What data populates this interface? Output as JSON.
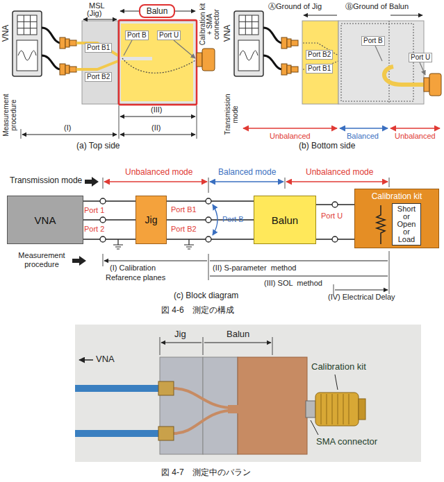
{
  "diagram": {
    "nodes": [
      {
        "text": [
          "Balun"
        ]
      },
      {
        "text": [
          "VNA"
        ]
      },
      {
        "text": [
          "Jig"
        ]
      },
      {
        "text": [
          "Balun"
        ]
      },
      {
        "text": [
          "Calibration kit",
          "Short or Open or Load"
        ]
      }
    ],
    "edges": [
      {
        "from": 1,
        "to": 2,
        "arrow": "none"
      },
      {
        "from": 2,
        "to": 3,
        "arrow": "none"
      },
      {
        "from": 3,
        "to": 4,
        "arrow": "none"
      }
    ],
    "labels": [
      "MSL",
      "(Jig)",
      "Calibration kit + SMA connector",
      "VNA",
      "Port B",
      "Port U",
      "Port B1",
      "Port B2",
      "Measurement procedure",
      "(III)",
      "(I)",
      "(II)",
      "(a) Top side",
      "ⒶGround of Jig",
      "ⒷGround of Balun",
      "VNA",
      "Port B",
      "Port U",
      "Port B2",
      "Port B1",
      "Transmission mode",
      "Unbalanced",
      "Balanced",
      "Unbalanced",
      "(b) Bottom side",
      "Transmission mode",
      "Unbalanced mode",
      "Balanced mode",
      "Unbalanced mode",
      "Port 1",
      "Port 2",
      "Port B1",
      "Port B2",
      "Port B",
      "Port U",
      "Measurement procedure",
      "(I) Calibration",
      "Refarence planes",
      "(II) S-parameter  method",
      "(III) SOL  method",
      "(IV) Electrical Delay",
      "(c) Block diagram",
      "図 4-6　測定の構成",
      "Jig",
      "Balun",
      "VNA",
      "Calibration kit",
      "SMA connector",
      "図 4-7　測定中のバラン"
    ]
  }
}
